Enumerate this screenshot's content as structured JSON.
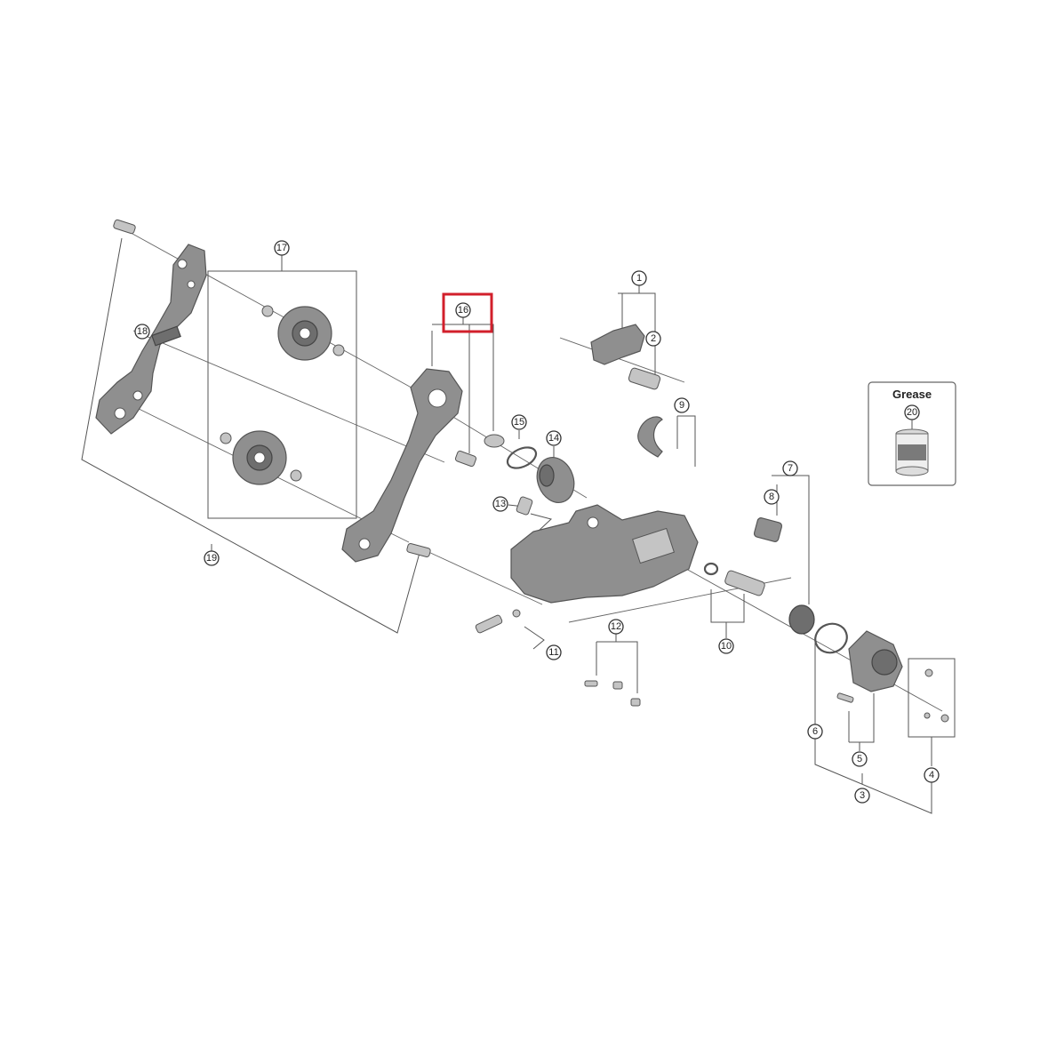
{
  "grease": {
    "title": "Grease",
    "callout": "20"
  },
  "callouts": [
    "1",
    "2",
    "3",
    "4",
    "5",
    "6",
    "7",
    "8",
    "9",
    "10",
    "11",
    "12",
    "13",
    "14",
    "15",
    "16",
    "17",
    "18",
    "19"
  ],
  "highlighted_callout": "16",
  "colors": {
    "highlight": "#d21f2b",
    "part": "#8f8f8f",
    "line": "#555555"
  }
}
